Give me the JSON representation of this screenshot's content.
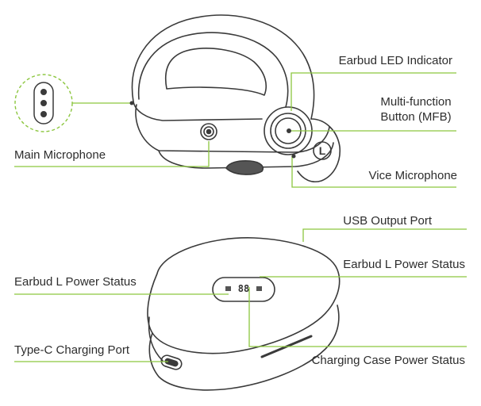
{
  "labels": {
    "earbud_led_indicator": "Earbud LED Indicator",
    "mfb_line1": "Multi-function",
    "mfb_line2": "Button (MFB)",
    "main_microphone": "Main Microphone",
    "vice_microphone": "Vice Microphone",
    "usb_output_port": "USB Output Port",
    "earbud_l_power_status_right": "Earbud L Power Status",
    "earbud_l_power_status_left": "Earbud L Power Status",
    "type_c_charging_port": "Type-C Charging Port",
    "charging_case_power_status": "Charging Case Power Status"
  },
  "earbud_side_mark": "L",
  "display_digits": "88",
  "colors": {
    "leader_line": "#8cc63f",
    "outline": "#3a3a3a",
    "text": "#2d2d2d"
  }
}
